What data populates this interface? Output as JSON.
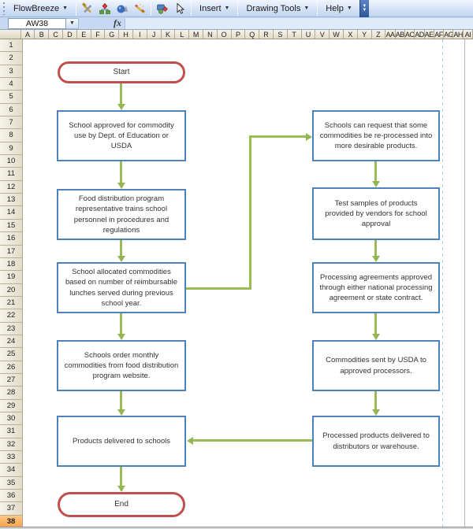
{
  "toolbar": {
    "flowbreeze_label": "FlowBreeze",
    "insert_label": "Insert",
    "drawing_tools_label": "Drawing Tools",
    "help_label": "Help",
    "icons": [
      "tools-icon",
      "flowchart-wizard-icon",
      "shape-ball-icon",
      "magic-wand-icon",
      "shapes-icon",
      "cursor-icon"
    ]
  },
  "formula_bar": {
    "name_box_value": "AW38",
    "fx_label": "fx"
  },
  "grid": {
    "columns": [
      "A",
      "B",
      "C",
      "D",
      "E",
      "F",
      "G",
      "H",
      "I",
      "J",
      "K",
      "L",
      "M",
      "N",
      "O",
      "P",
      "Q",
      "R",
      "S",
      "T",
      "U",
      "V",
      "W",
      "X",
      "Y",
      "Z",
      "AA",
      "AB",
      "AC",
      "AD",
      "AE",
      "AF",
      "AG",
      "AH",
      "AI"
    ],
    "rows": [
      "1",
      "2",
      "3",
      "4",
      "5",
      "6",
      "7",
      "8",
      "9",
      "10",
      "11",
      "12",
      "13",
      "14",
      "15",
      "16",
      "17",
      "18",
      "19",
      "20",
      "21",
      "22",
      "23",
      "24",
      "25",
      "26",
      "27",
      "28",
      "29",
      "30",
      "31",
      "32",
      "33",
      "34",
      "35",
      "36",
      "37",
      "38"
    ],
    "selected_row": "38"
  },
  "flowchart": {
    "nodes": [
      {
        "id": "start",
        "type": "terminator",
        "text": "Start"
      },
      {
        "id": "left-1",
        "type": "process",
        "text": "School approved for commodity use by Dept. of Education or USDA"
      },
      {
        "id": "left-2",
        "type": "process",
        "text": "Food distribution program representative trains school personnel in procedures and regulations"
      },
      {
        "id": "left-3",
        "type": "process",
        "text": "School allocated commodities based on number of reimbursable lunches served during previous school year."
      },
      {
        "id": "left-4",
        "type": "process",
        "text": "Schools order monthly commodities from food distribution program website."
      },
      {
        "id": "left-5",
        "type": "process",
        "text": "Products delivered to schools"
      },
      {
        "id": "end",
        "type": "terminator",
        "text": "End"
      },
      {
        "id": "right-1",
        "type": "process",
        "text": "Schools can request that some commodities be re-processed into more desirable products."
      },
      {
        "id": "right-2",
        "type": "process",
        "text": "Test samples of products provided by vendors for school approval"
      },
      {
        "id": "right-3",
        "type": "process",
        "text": "Processing agreements approved through either national processing agreement or state contract."
      },
      {
        "id": "right-4",
        "type": "process",
        "text": "Commodities sent by USDA to approved processors."
      },
      {
        "id": "right-5",
        "type": "process",
        "text": "Processed products delivered to distributors or warehouse."
      }
    ]
  },
  "colors": {
    "process_border": "#4f81bd",
    "terminator_border": "#c0504d",
    "arrow": "#9bbb59",
    "selected_row_bg": "#f6a24b"
  }
}
